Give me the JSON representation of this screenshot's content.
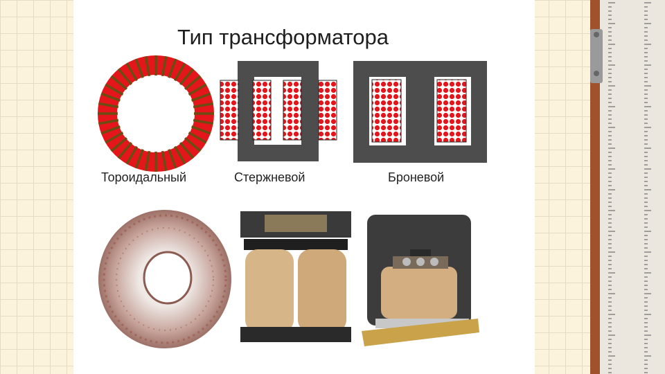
{
  "title": "Тип трансформатора",
  "labels": {
    "toroidal": "Тороидальный",
    "rod": "Стержневой",
    "armored": "Броневой"
  },
  "icons": {
    "ruler": "ruler-icon",
    "toroidal_diagram": "toroidal-transformer-diagram",
    "rod_diagram": "rod-transformer-diagram",
    "armored_diagram": "armored-transformer-diagram"
  },
  "colors": {
    "background": "#fbf3dc",
    "core": "#4d4d4d",
    "winding_red": "#e4161b",
    "winding_brown": "#6b4d12",
    "paper": "#d6b588",
    "ruler_wood": "#a0522d"
  }
}
